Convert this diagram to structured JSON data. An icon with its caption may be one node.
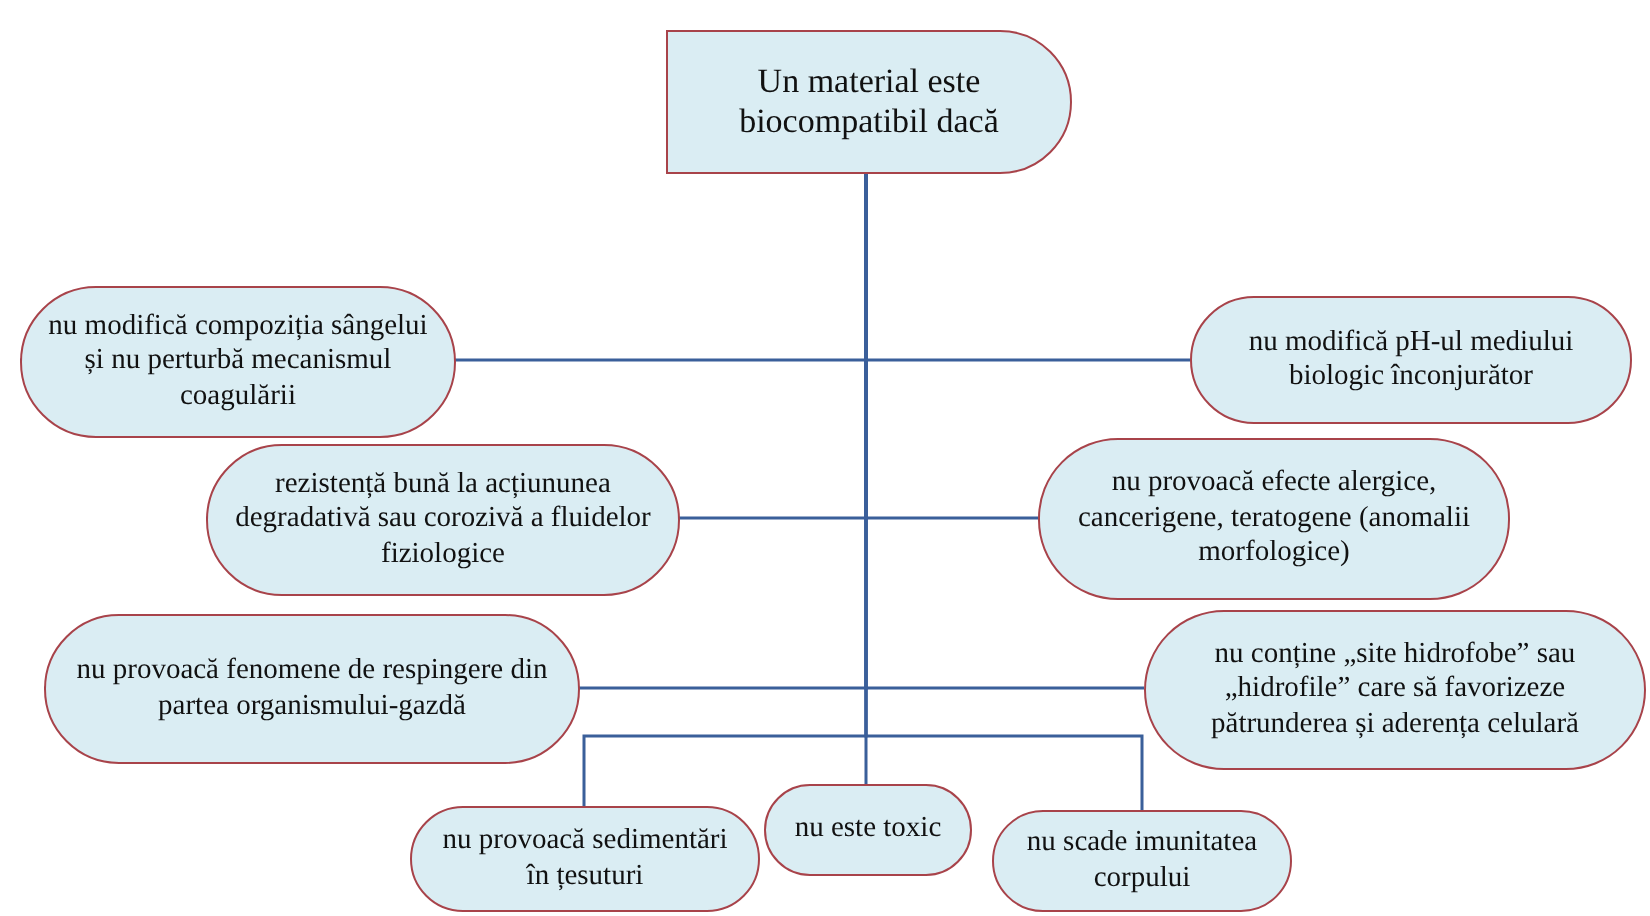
{
  "diagram": {
    "nodes": [
      {
        "text": [
          "Un material este biocompatibil dacă"
        ]
      },
      {
        "text": [
          "nu modifică compoziția sângelui și nu perturbă mecanismul coagulării"
        ]
      },
      {
        "text": [
          "nu modifică pH-ul mediului biologic înconjurător"
        ]
      },
      {
        "text": [
          "rezistență bună la acțiununea degradativă sau corozivă a fluidelor fiziologice"
        ]
      },
      {
        "text": [
          "nu provoacă efecte alergice, cancerigene, teratogene (anomalii morfologice)"
        ]
      },
      {
        "text": [
          "nu provoacă fenomene de respingere din partea organismului-gazdă"
        ]
      },
      {
        "text": [
          "nu conține „site hidrofobe” sau „hidrofile” care să favorizeze pătrunderea și aderența celulară"
        ]
      },
      {
        "text": [
          "nu provoacă sedimentări în țesuturi"
        ]
      },
      {
        "text": [
          "nu este toxic"
        ]
      },
      {
        "text": [
          "nu scade imunitatea corpului"
        ]
      }
    ],
    "edges": [
      {
        "from": 0,
        "to": 1,
        "arrow": "none"
      },
      {
        "from": 0,
        "to": 2,
        "arrow": "none"
      },
      {
        "from": 0,
        "to": 3,
        "arrow": "none"
      },
      {
        "from": 0,
        "to": 4,
        "arrow": "none"
      },
      {
        "from": 0,
        "to": 5,
        "arrow": "none"
      },
      {
        "from": 0,
        "to": 6,
        "arrow": "none"
      },
      {
        "from": 0,
        "to": 7,
        "arrow": "none"
      },
      {
        "from": 0,
        "to": 8,
        "arrow": "none"
      },
      {
        "from": 0,
        "to": 9,
        "arrow": "none"
      }
    ]
  }
}
